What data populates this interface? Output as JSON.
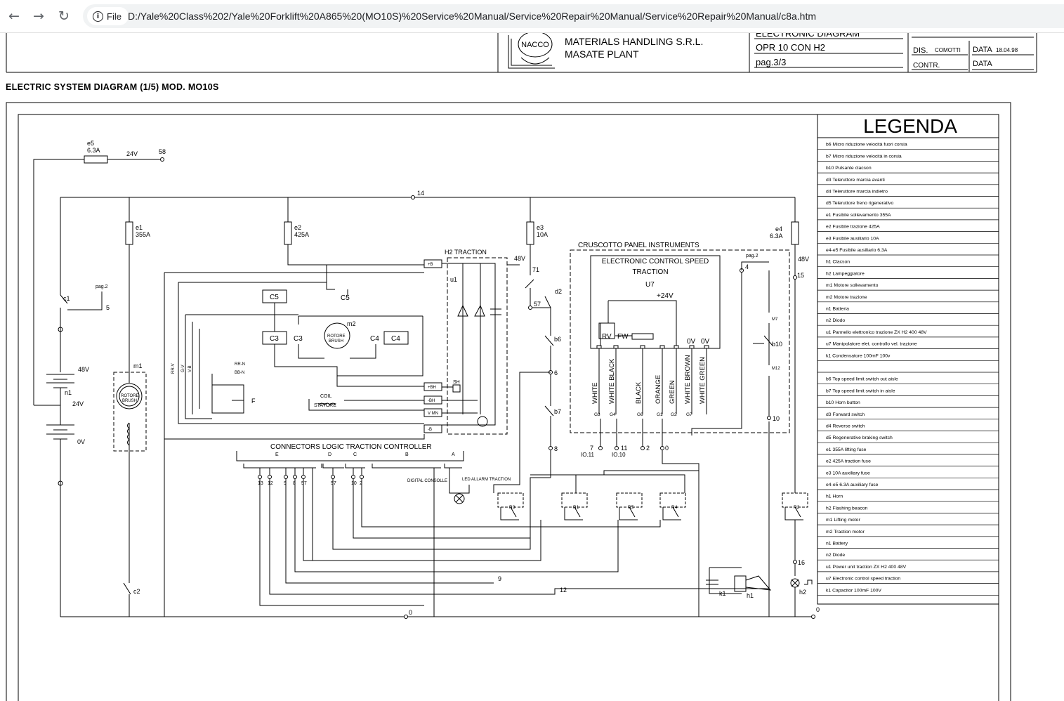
{
  "browser": {
    "back_icon": "arrow-left-icon",
    "forward_icon": "arrow-right-icon",
    "reload_icon": "reload-icon",
    "scheme_label": "File",
    "url": "D:/Yale%20Class%202/Yale%20Forklift%20A865%20(MO10S)%20Service%20Manual/Service%20Repair%20Manual/Service%20Repair%20Manual/c8a.htm"
  },
  "title_block": {
    "company_line1": "MATERIALS HANDLING S.R.L.",
    "company_line2": "MASATE PLANT",
    "logo_text": "NACCO",
    "doc_type": "ELECTRONIC DIAGRAM",
    "model": "OPR 10 CON H2",
    "page": "pag.3/3",
    "dis_label": "DIS.",
    "dis_value": "COMOTTI",
    "data_label": "DATA",
    "data_value": "18.04.98",
    "contr_label": "CONTR.",
    "data2_label": "DATA"
  },
  "section_title": "ELECTRIC SYSTEM DIAGRAM (1/5) MOD. MO10S",
  "legend": {
    "title": "LEGENDA",
    "items_it": [
      "b6  Micro riduzione velocità fuori corsia",
      "b7  Micro riduzione velocità in corsia",
      "b10  Pulsante clacson",
      "d3  Teleruttore marcia avanti",
      "d4  Teleruttore marcia indietro",
      "d5  Teleruttore freno rigenerativo",
      "e1  Fusibile sollevamento 355A",
      "e2  Fusibile trazione 425A",
      "e3  Fusibile ausiliario 10A",
      "e4-e5  Fusibile ausiliario 6.3A",
      "h1  Clacson",
      "h2  Lampeggiatore",
      "m1  Motore sollevamento",
      "m2  Motore trazione",
      "n1  Batteria",
      "n2  Diodo",
      "u1  Pannello elettronico trazione ZX H2 400 48V",
      "u7  Manipolatore elet. controllo vel. trazione",
      "k1  Condensatore 100mF 100v"
    ],
    "items_en": [
      "b6  Top speed limit switch out aisle",
      "b7  Top speed limit switch in aisle",
      "b10  Horn button",
      "d3  Forward switch",
      "d4  Reverse switch",
      "d5  Regenerative braking switch",
      "e1  355A lifting fuse",
      "e2  425A traction fuse",
      "e3  10A auxiliary fuse",
      "e4-e5  6.3A auxiliary fuse",
      "h1  Horn",
      "h2  Flashing beacon",
      "m1  Lifting motor",
      "m2  Traction motor",
      "n1  Battery",
      "n2  Diode",
      "u1  Power unit traction ZX H2 400 48V",
      "u7  Electronic control speed traction",
      "k1  Capacitor 100mF 100V"
    ]
  },
  "schematic": {
    "fuse_e5": "e5",
    "fuse_e5_rating": "6.3A",
    "v24_top": "24V",
    "node58": "58",
    "node14": "14",
    "fuse_e1": "e1",
    "fuse_e1_rating": "355A",
    "fuse_e2": "e2",
    "fuse_e2_rating": "425A",
    "fuse_e3": "e3",
    "fuse_e3_rating": "10A",
    "fuse_e4": "e4",
    "fuse_e4_rating": "6.3A",
    "h2_traction": "H2 TRACTION",
    "v48_a": "48V",
    "v48_b": "48V",
    "v48_c": "48V",
    "node71": "71",
    "node57": "57",
    "d2": "d2",
    "b6": "b6",
    "b7": "b7",
    "b10": "b10",
    "m7": "M7",
    "m12": "M12",
    "node6": "6",
    "node8": "8",
    "node10": "10",
    "node15": "15",
    "node16": "16",
    "node4": "4",
    "node5": "5",
    "pag2_a": "pag.2",
    "pag2_b": "pag.2",
    "c1": "c1",
    "c2": "c2",
    "n1": "n1",
    "v24": "24V",
    "v0": "0V",
    "m1": "m1",
    "m2": "m2",
    "u1": "u1",
    "c5a": "C5",
    "c5b": "C5",
    "c3a": "C3",
    "c3b": "C3",
    "c4a": "C4",
    "c4b": "C4",
    "rotore": "ROTORE",
    "brush": "BRUSH",
    "statore": "STATORE",
    "coil": "COIL",
    "cruscotto": "CRUSCOTTO  PANEL INSTRUMENTS",
    "ecs_line1": "ELECTRONIC CONTROL SPEED",
    "ecs_line2": "TRACTION",
    "u7": "U7",
    "v24p": "+24V",
    "rv": "RV",
    "fw": "FW",
    "ov1": "0V",
    "ov2": "0V",
    "wires": [
      "WHITE",
      "WHITE BLACK",
      "BLACK",
      "ORANGE",
      "GREEN",
      "WHITE BROWN",
      "WHITE GREEN"
    ],
    "pins": [
      "G3",
      "G4",
      "G6",
      "G1",
      "G2",
      "G7"
    ],
    "io11": "IO.11",
    "io10": "IO.10",
    "n7": "7",
    "n11": "11",
    "n2": "2",
    "n0": "0",
    "connectors": "CONNECTORS LOGIC TRACTION CONTROLLER",
    "conn_groups": [
      "E",
      "D",
      "C",
      "B",
      "A"
    ],
    "digital_consolle": "DIGITAL CONSOLLE",
    "led_alarm": "LED ALLARM TRACTION",
    "relays": [
      "R3",
      "R1",
      "R5",
      "R4",
      "R2"
    ],
    "node9": "9",
    "node12": "12",
    "node0": "0",
    "node0b": "0",
    "k1": "k1",
    "h1": "h1",
    "h2": "h2",
    "bus_labels": [
      "+B",
      "+BH",
      "-BH",
      "V MN",
      "-B"
    ],
    "term_labels": [
      "RR-N",
      "BB-N",
      "RR-V",
      "G-V",
      "V-B"
    ],
    "conn_nums": [
      "13",
      "12",
      "9",
      "8",
      "57",
      "57",
      "10",
      "2"
    ],
    "f_label": "F",
    "sh_label": "SH"
  }
}
